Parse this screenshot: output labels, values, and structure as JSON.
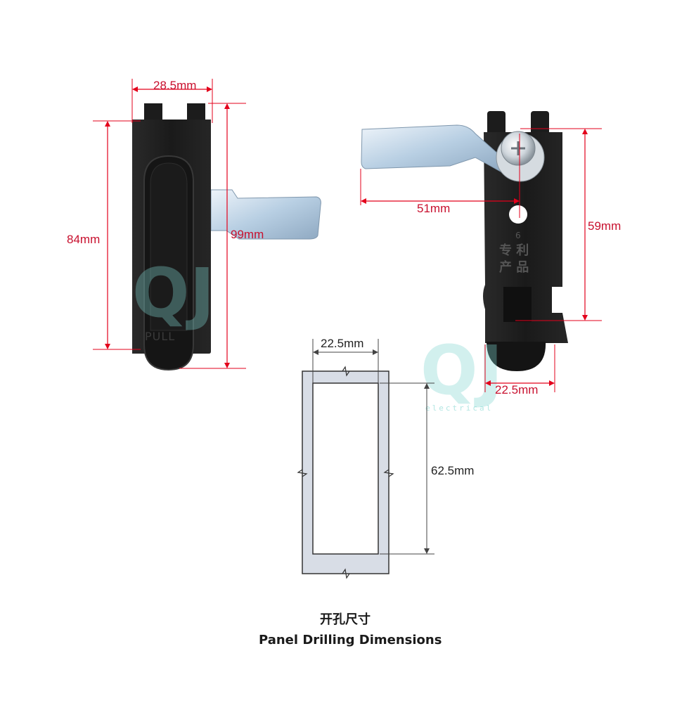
{
  "left_view": {
    "dim_width": "28.5mm",
    "dim_body_height": "84mm",
    "dim_total_height": "99mm"
  },
  "right_view": {
    "dim_handle_length": "51mm",
    "dim_height": "59mm",
    "dim_base_width": "22.5mm"
  },
  "cutout": {
    "dim_width": "22.5mm",
    "dim_height": "62.5mm"
  },
  "caption": {
    "chinese": "开孔尺寸",
    "english": "Panel Drilling Dimensions"
  },
  "colors": {
    "dimension_line": "#e3001b",
    "latch_body": "#1e1e1e",
    "handle_metal": "#a9c6e0",
    "cutout_fill": "#d8dde6"
  }
}
